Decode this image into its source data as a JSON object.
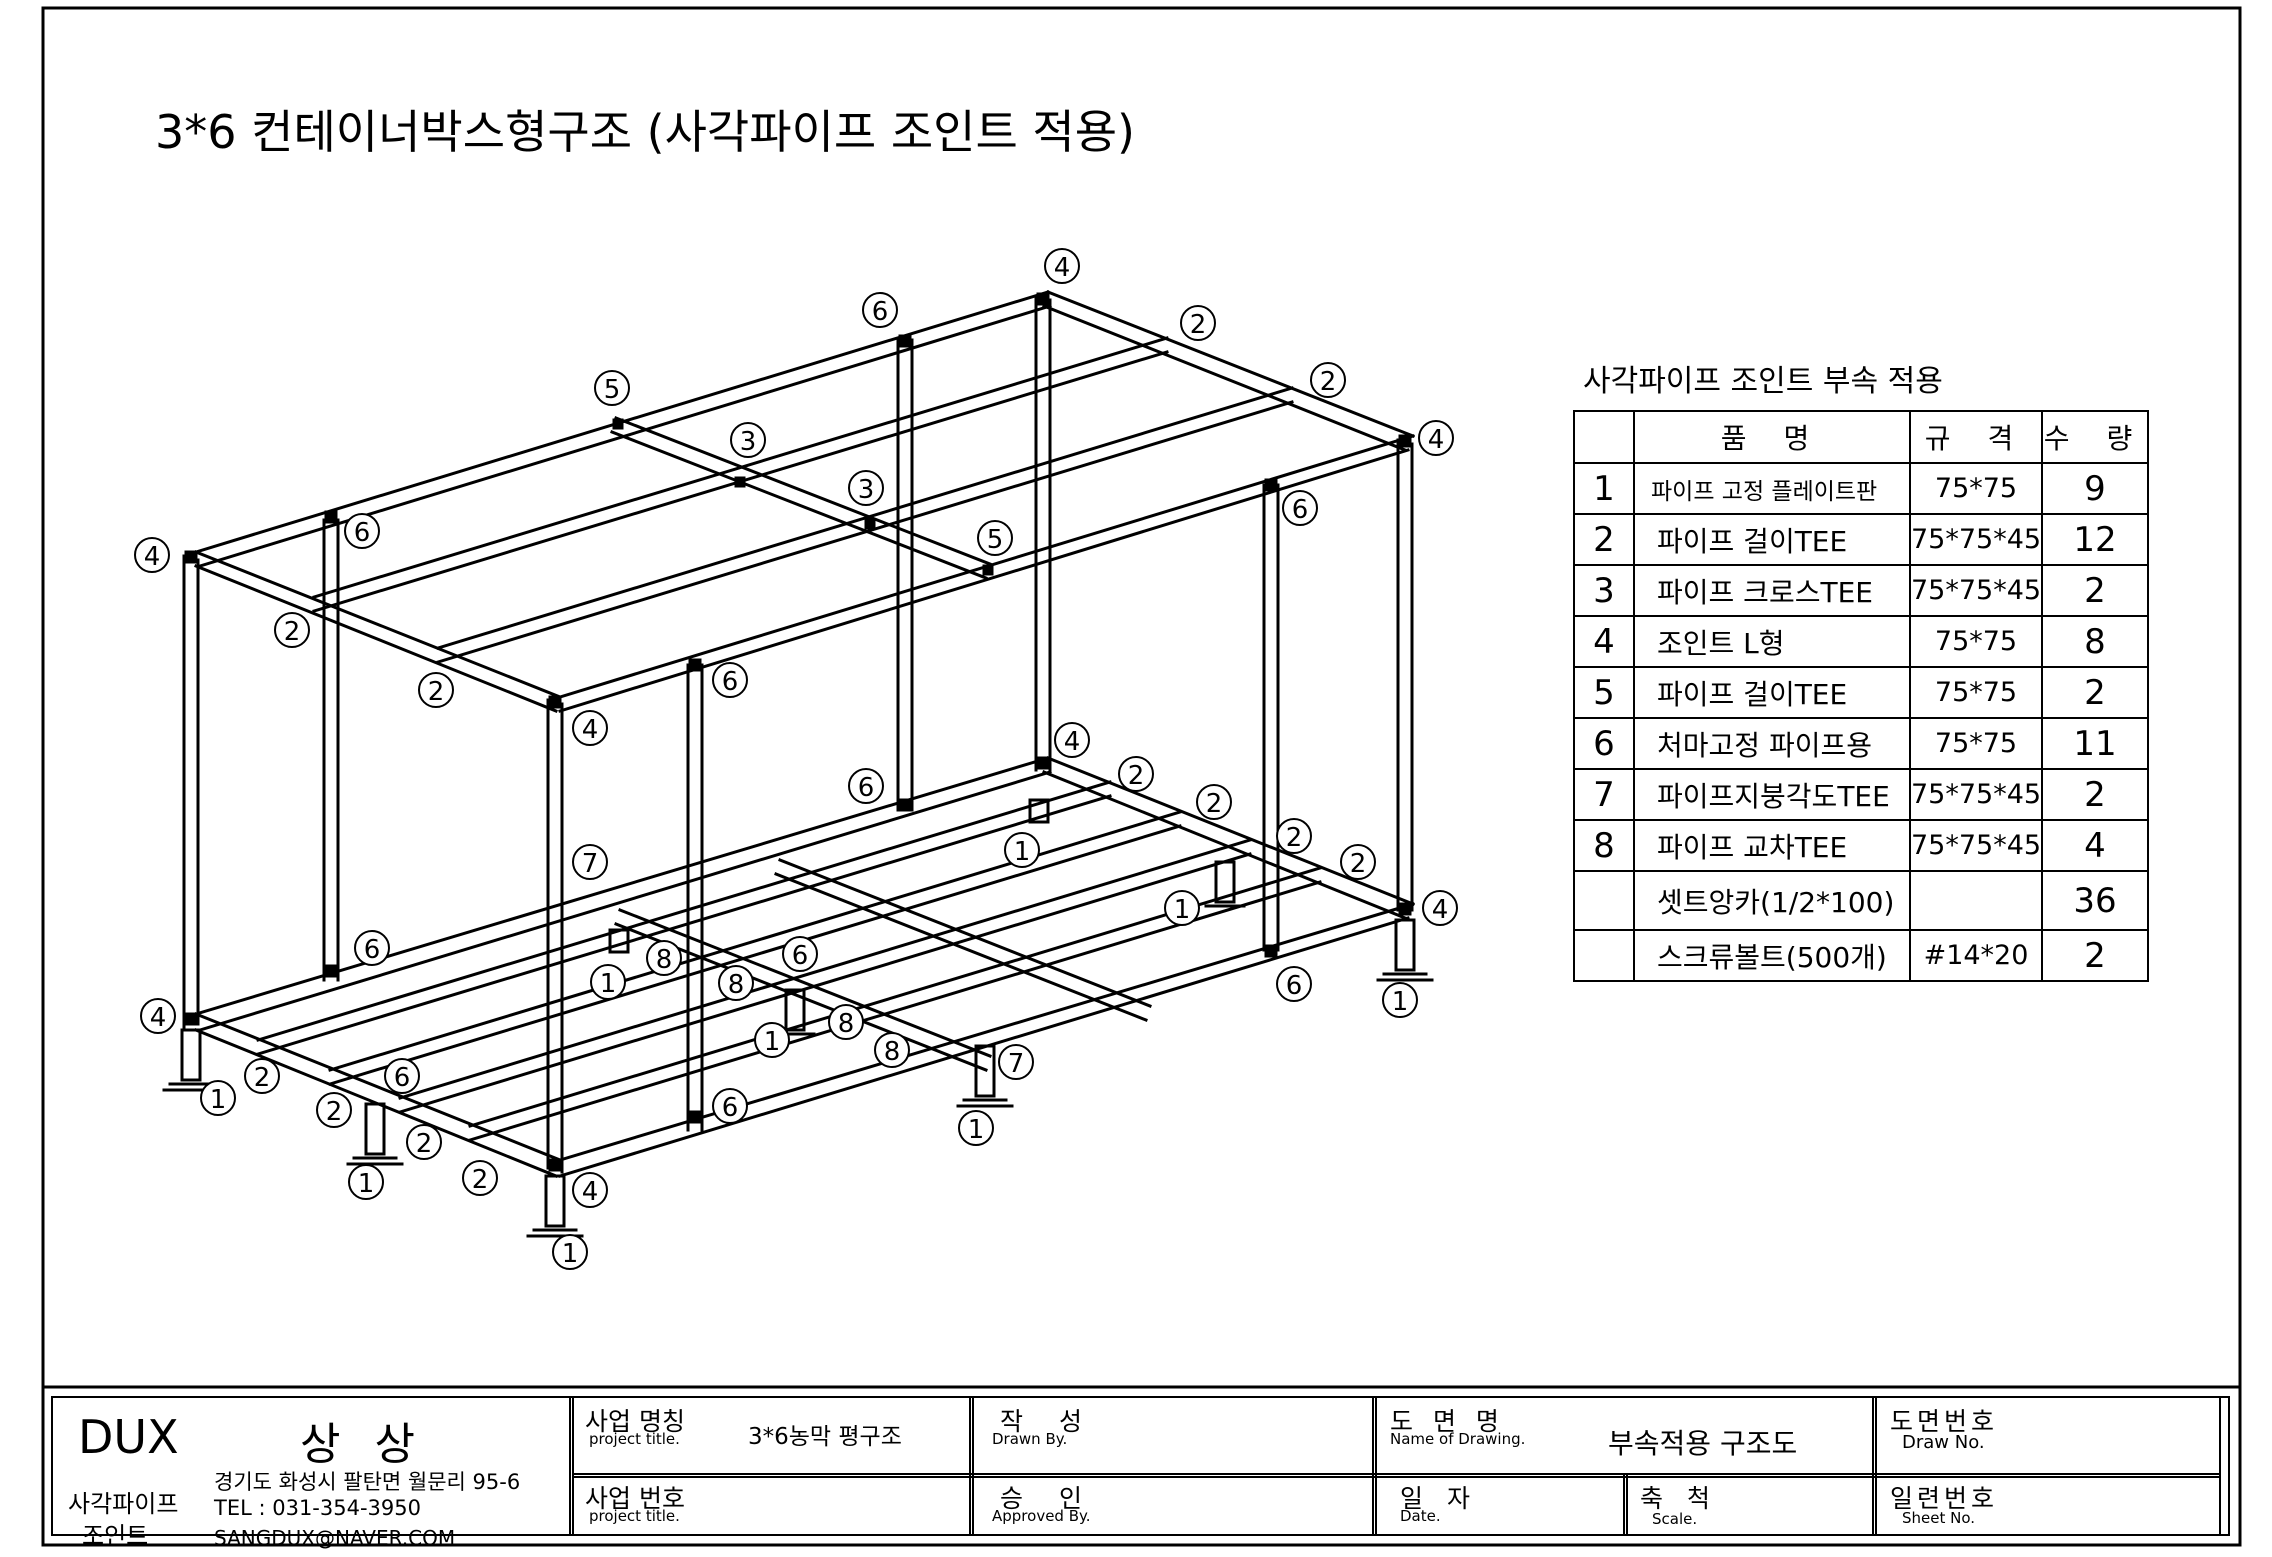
{
  "drawing_title": "3*6 컨테이너박스형구조 (사각파이프 조인트 적용)",
  "parts_table": {
    "title": "사각파이프 조인트 부속 적용",
    "headers": {
      "name": "품 명",
      "spec": "규 격",
      "qty": "수 량"
    },
    "rows": [
      {
        "no": "1",
        "name": "파이프 고정 플레이트판",
        "spec": "75*75",
        "qty": "9"
      },
      {
        "no": "2",
        "name": "파이프 걸이TEE",
        "spec": "75*75*45",
        "qty": "12"
      },
      {
        "no": "3",
        "name": "파이프 크로스TEE",
        "spec": "75*75*45",
        "qty": "2"
      },
      {
        "no": "4",
        "name": "조인트 L형",
        "spec": "75*75",
        "qty": "8"
      },
      {
        "no": "5",
        "name": "파이프 걸이TEE",
        "spec": "75*75",
        "qty": "2"
      },
      {
        "no": "6",
        "name": "처마고정 파이프용",
        "spec": "75*75",
        "qty": "11"
      },
      {
        "no": "7",
        "name": "파이프지붕각도TEE",
        "spec": "75*75*45",
        "qty": "2"
      },
      {
        "no": "8",
        "name": "파이프 교차TEE",
        "spec": "75*75*45",
        "qty": "4"
      },
      {
        "no": "",
        "name": "셋트앙카(1/2*100)",
        "spec": "",
        "qty": "36"
      },
      {
        "no": "",
        "name": "스크류볼트(500개)",
        "spec": "#14*20",
        "qty": "2"
      }
    ]
  },
  "title_block": {
    "brand": "DUX",
    "company": "상 상",
    "category_line1": "사각파이프",
    "category_line2": "조인트",
    "address": "경기도 화성시 팔탄면 월문리 95-6",
    "tel": "TEL : 031-354-3950",
    "email": "SANGDUX@NAVER.COM",
    "project_name_label": "사업 명칭",
    "project_name_sub": "project title.",
    "project_name_value": "3*6농막 평구조",
    "project_no_label": "사업 번호",
    "project_no_sub": "project title.",
    "drawn_label": "작 성",
    "drawn_sub": "Drawn By.",
    "approved_label": "승 인",
    "approved_sub": "Approved By.",
    "drawing_name_label": "도 면 명",
    "drawing_name_sub": "Name of Drawing.",
    "drawing_name_value": "부속적용 구조도",
    "date_label": "일 자",
    "date_sub": "Date.",
    "scale_label": "축 척",
    "scale_sub": "Scale.",
    "draw_no_label": "도면번호",
    "draw_no_sub": "Draw No.",
    "sheet_no_label": "일련번호",
    "sheet_no_sub": "Sheet No."
  }
}
